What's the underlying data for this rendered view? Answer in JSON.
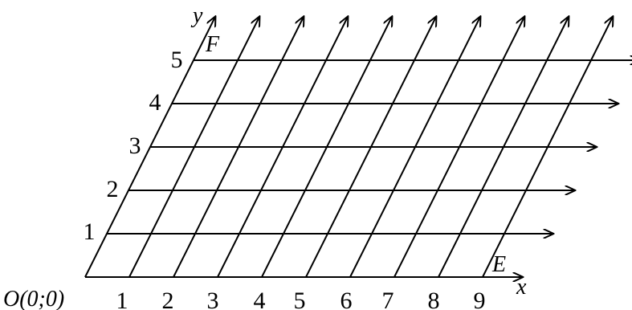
{
  "diagram": {
    "origin_label": "O(0;0)",
    "x_axis_label": "x",
    "y_axis_label": "y",
    "x_ticks": [
      "1",
      "2",
      "3",
      "4",
      "5",
      "6",
      "7",
      "8",
      "9"
    ],
    "y_ticks": [
      "1",
      "2",
      "3",
      "4",
      "5"
    ],
    "point_e_label": "E",
    "point_f_label": "F",
    "grid_size": {
      "x_units": 9,
      "y_units": 5
    },
    "line_color": "#000000"
  }
}
